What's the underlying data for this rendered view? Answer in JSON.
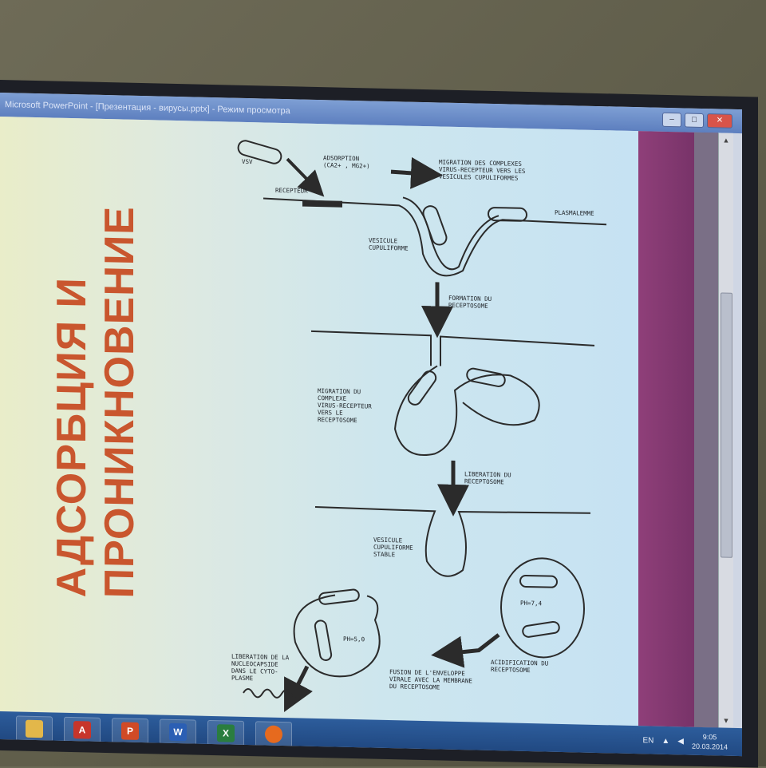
{
  "window": {
    "title": "Microsoft PowerPoint - [Презентация - вирусы.pptx] - Режим просмотра",
    "controls": {
      "minimize": "–",
      "maximize": "□",
      "close": "✕"
    }
  },
  "slide": {
    "title_line1": "АДСОРБЦИЯ И",
    "title_line2": "ПРОНИКНОВЕНИЕ",
    "title_color": "#c9562e",
    "labels": {
      "vsv": "VSV",
      "adsorption": "ADSORPTION\n(Ca2+ , Mg2+)",
      "recepteur": "RECEPTEUR",
      "migration_complexes": "MIGRATION DES COMPLEXES\nVIRUS-RECEPTEUR VERS LES\nVESICULES CUPULIFORMES",
      "plasmalemme": "PLASMALEMME",
      "vesicule_cupuliforme": "VESICULE\nCUPULIFORME",
      "formation_receptosome": "FORMATION DU\nRECEPTOSOME",
      "migration_complexe": "MIGRATION DU\nCOMPLEXE\nVIRUS-RECEPTEUR\nVERS LE\nRECEPTOSOME",
      "liberation_receptosome": "LIBERATION DU\nRECEPTOSOME",
      "vesicule_stable": "VESICULE\nCUPULIFORME\nSTABLE",
      "ph_74": "pH=7,4",
      "ph_50": "pH=5,0",
      "liberation_nucleocapside": "LIBERATION DE LA\nNUCLEOCAPSIDE\nDANS LE CYTO-\nPLASME",
      "fusion_enveloppe": "FUSION DE L'ENVELOPPE\nVIRALE AVEC LA MEMBRANE\nDU RECEPTOSOME",
      "acidification": "ACIDIFICATION DU\nRECEPTOSOME"
    }
  },
  "taskbar": {
    "apps": [
      {
        "name": "explorer",
        "icon": "folder-icon"
      },
      {
        "name": "acrobat",
        "icon": "pdf-icon"
      },
      {
        "name": "powerpoint",
        "icon": "powerpoint-icon"
      },
      {
        "name": "word",
        "icon": "word-icon"
      },
      {
        "name": "excel",
        "icon": "excel-icon"
      },
      {
        "name": "firefox",
        "icon": "firefox-icon"
      }
    ],
    "language": "EN",
    "time": "9:05",
    "date": "20.03.2014"
  },
  "colors": {
    "slide_title": "#c9562e",
    "taskbar": "#1f467e",
    "accent_panel": "#8f3f79"
  }
}
